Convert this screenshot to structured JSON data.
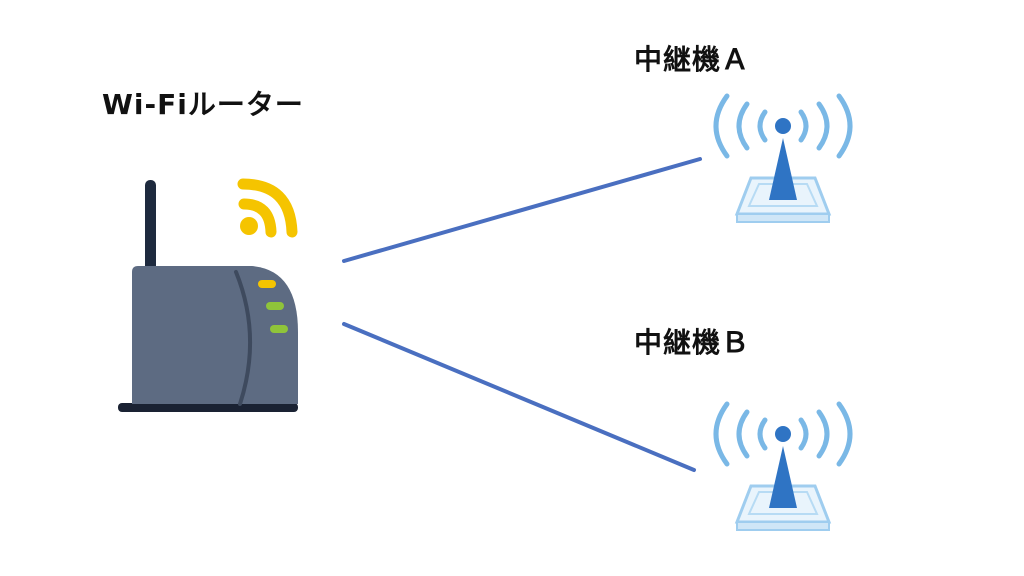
{
  "router": {
    "label": "Wi-Fiルーター"
  },
  "repeater_a": {
    "label": "中継機Ａ"
  },
  "repeater_b": {
    "label": "中継機Ｂ"
  },
  "colors": {
    "line": "#4a6fc0",
    "router_body": "#5d6b82",
    "router_antenna": "#1e2a3e",
    "router_base": "#1a2233",
    "wifi_signal": "#f5c400",
    "led_yellow": "#f5c400",
    "led_green": "#8fc43a",
    "repeater_wave": "#7ab8e6",
    "repeater_mast": "#2f74c4",
    "repeater_base": "#cfe6f7"
  },
  "icons": {
    "router": "wifi-router-icon",
    "repeater": "wifi-repeater-icon"
  }
}
